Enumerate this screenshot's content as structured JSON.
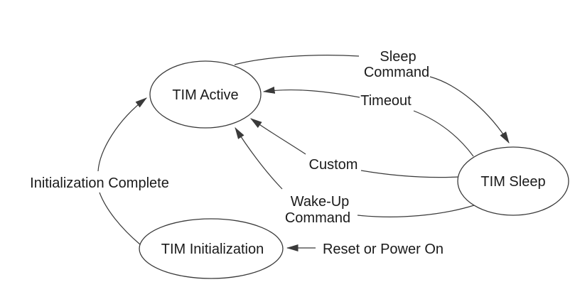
{
  "diagram": {
    "type": "state-diagram",
    "colors": {
      "background": "#ffffff",
      "line": "#3a3a3a",
      "text": "#1a1a1a"
    },
    "states": [
      {
        "label": "TIM Active"
      },
      {
        "label": "TIM Sleep"
      },
      {
        "label": "TIM Initialization"
      }
    ],
    "transitions": [
      {
        "from": "TIM Active",
        "to": "TIM Sleep",
        "label_lines": [
          "Sleep",
          "Command"
        ]
      },
      {
        "from": "TIM Sleep",
        "to": "TIM Active",
        "label_lines": [
          "Timeout"
        ]
      },
      {
        "from": "TIM Sleep",
        "to": "TIM Active",
        "label_lines": [
          "Custom"
        ]
      },
      {
        "from": "TIM Sleep",
        "to": "TIM Active",
        "label_lines": [
          "Wake-Up",
          "Command"
        ]
      },
      {
        "from": "TIM Initialization",
        "to": "TIM Active",
        "label_lines": [
          "Initialization Complete"
        ]
      },
      {
        "from": "",
        "to": "TIM Initialization",
        "label_lines": [
          "Reset or Power On"
        ]
      }
    ]
  }
}
